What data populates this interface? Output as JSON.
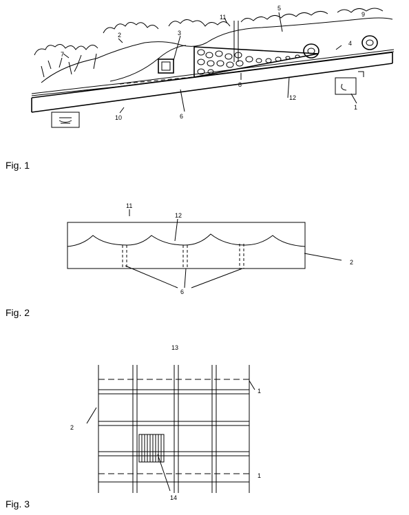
{
  "figures": [
    {
      "caption": "Fig. 1",
      "labels": [
        "11",
        "5",
        "9",
        "2",
        "3",
        "7",
        "4",
        "8",
        "12",
        "6",
        "10",
        "1"
      ]
    },
    {
      "caption": "Fig. 2",
      "labels": [
        "11",
        "12",
        "2",
        "6"
      ]
    },
    {
      "caption": "Fig. 3",
      "labels": [
        "13",
        "1",
        "2",
        "1",
        "14"
      ]
    }
  ]
}
